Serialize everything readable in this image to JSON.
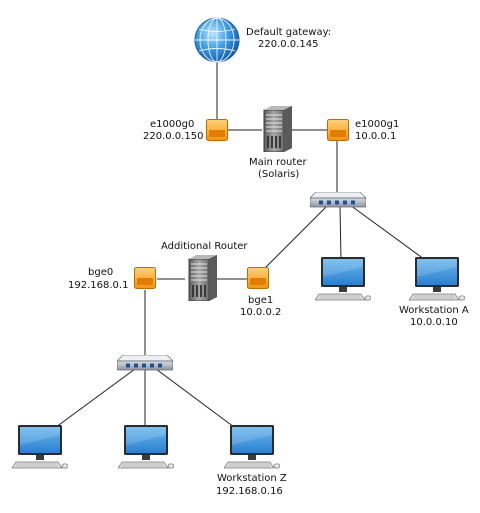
{
  "labels": {
    "gateway_title": "Default gateway:",
    "gateway_ip": "220.0.0.145",
    "e1000g0_name": "e1000g0",
    "e1000g0_ip": "220.0.0.150",
    "e1000g1_name": "e1000g1",
    "e1000g1_ip": "10.0.0.1",
    "main_router_name": "Main router",
    "main_router_os": "(Solaris)",
    "additional_router": "Additional Router",
    "bge0_name": "bge0",
    "bge0_ip": "192.168.0.1",
    "bge1_name": "bge1",
    "bge1_ip": "10.0.0.2",
    "workstation_a_name": "Workstation A",
    "workstation_a_ip": "10.0.0.10",
    "workstation_z_name": "Workstation Z",
    "workstation_z_ip": "192.168.0.16"
  },
  "colors": {
    "line": "#222222",
    "globe": "#2f8fe0",
    "interface": "#f7a21c",
    "monitor": "#2c82d6",
    "server": "#8d8d8d"
  },
  "icons": {
    "gateway": "globe-icon",
    "router": "server-tower-icon",
    "interface": "network-interface-icon",
    "switch": "network-switch-icon",
    "workstation": "desktop-computer-icon"
  }
}
